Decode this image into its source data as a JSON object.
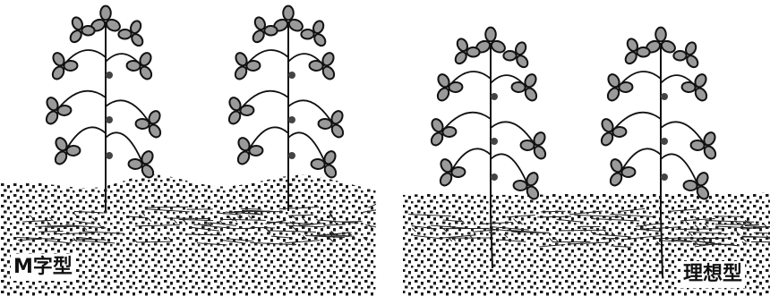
{
  "figure": {
    "panels": [
      {
        "id": "m",
        "caption": "M字型"
      },
      {
        "id": "ideal",
        "caption": "理想型"
      }
    ],
    "colors": {
      "ink": "#111111",
      "leaf_fill": "#9a9a9a",
      "soil_dot": "#1a1a1a",
      "background": "#ffffff"
    },
    "icons": [
      "soybean-plant-icon",
      "leaf-trifoliate-icon",
      "soil-texture",
      "root-mat"
    ]
  }
}
